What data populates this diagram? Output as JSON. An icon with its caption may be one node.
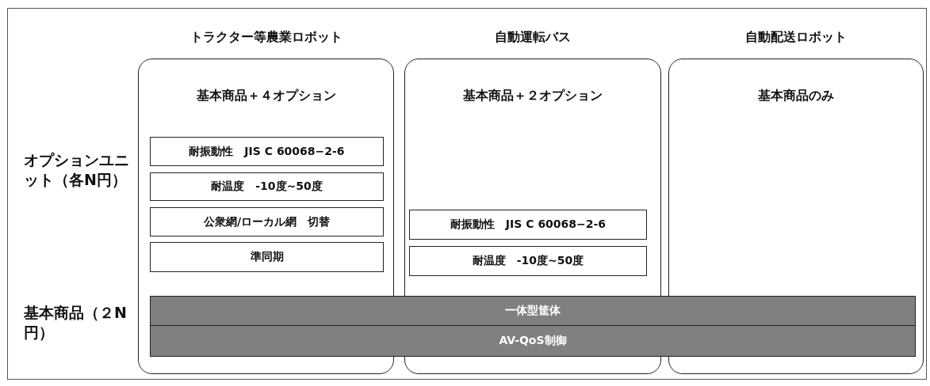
{
  "diagram": {
    "nodes": [
      {
        "text": [
          "トラクター等農業ロボット",
          "基本商品＋４オプション"
        ]
      },
      {
        "text": [
          "耐振動性　JIS C 60068−2-6"
        ],
        "in": 0
      },
      {
        "text": [
          "耐温度　-10度~50度"
        ],
        "in": 0
      },
      {
        "text": [
          "公衆網/ローカル網　切替"
        ],
        "in": 0
      },
      {
        "text": [
          "準同期"
        ],
        "in": 0
      },
      {
        "text": [
          "自動運転バス",
          "基本商品＋２オプション"
        ]
      },
      {
        "text": [
          "耐振動性　JIS C 60068−2-6"
        ],
        "in": 5
      },
      {
        "text": [
          "耐温度　-10度~50度"
        ],
        "in": 5
      },
      {
        "text": [
          "自動配送ロボット",
          "基本商品のみ"
        ]
      },
      {
        "text": [
          "一体型筐体"
        ]
      },
      {
        "text": [
          "AV-QoS制御"
        ]
      }
    ],
    "labels": [
      "オプションユニット（各N円）",
      "基本商品（２N円）"
    ]
  }
}
